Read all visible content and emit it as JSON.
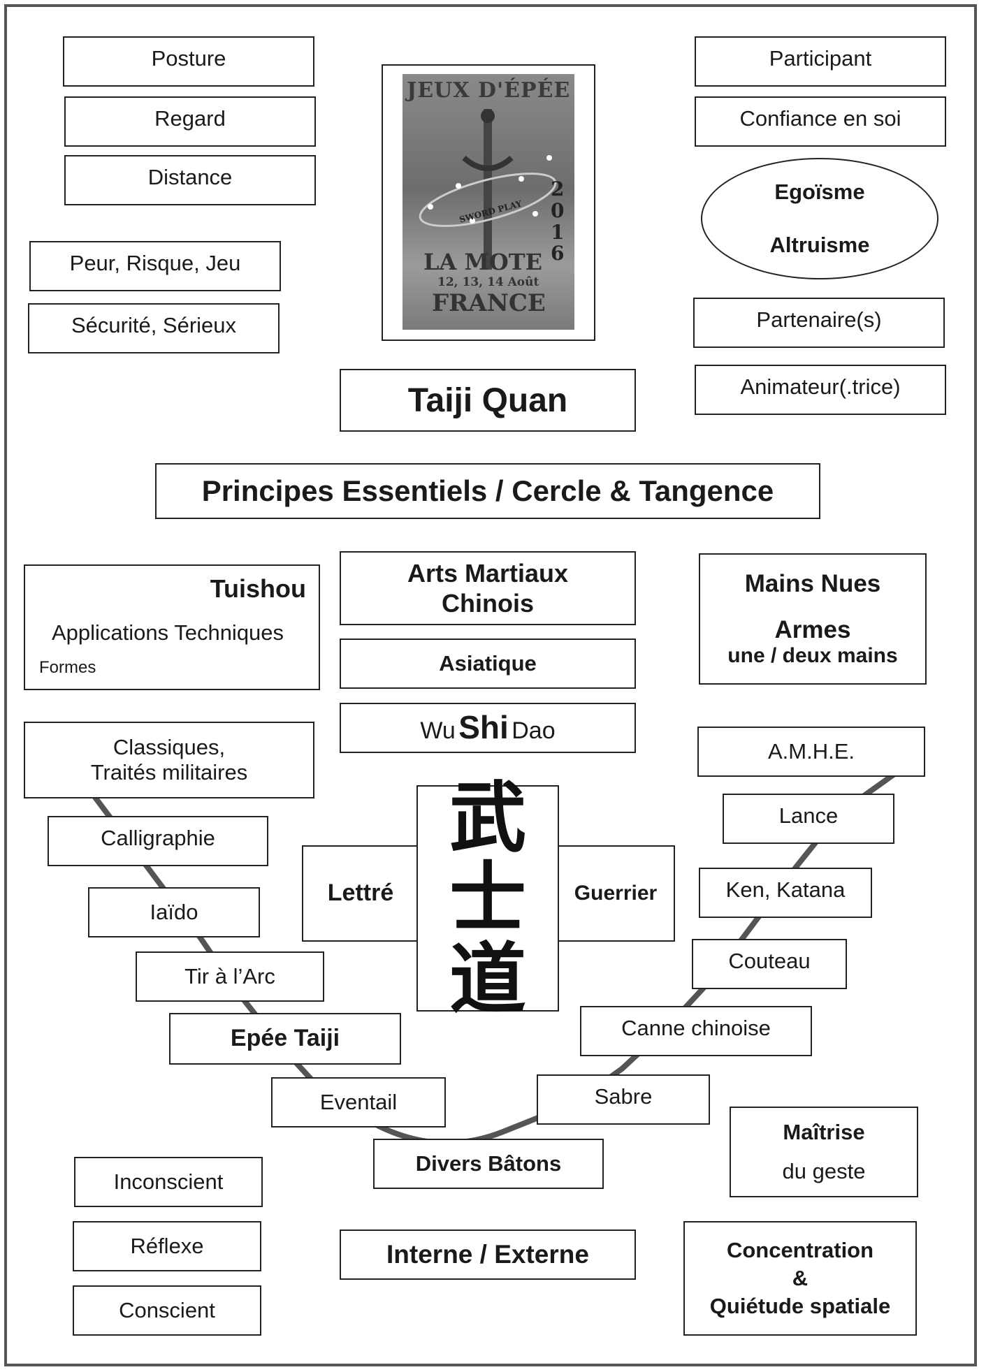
{
  "left_top": [
    "Posture",
    "Regard",
    "Distance"
  ],
  "left_mid": [
    "Peur, Risque, Jeu",
    "Sécurité, Sérieux"
  ],
  "right_top": [
    "Participant",
    "Confiance en soi"
  ],
  "ellipse": [
    "Egoïsme",
    "Altruisme"
  ],
  "right_mid": [
    "Partenaire(s)",
    "Animateur(.trice)"
  ],
  "poster": {
    "title": "JEUX D'ÉPÉE",
    "subtitle": "SWORD PLAY",
    "year": [
      "2",
      "0",
      "1",
      "6"
    ],
    "place": "LA MOTE",
    "dates": "12, 13, 14 Août",
    "country": "FRANCE"
  },
  "taiji": "Taiji Quan",
  "principes": "Principes Essentiels / Cercle & Tangence",
  "tuishou": {
    "title": "Tuishou",
    "line2": "Applications Techniques",
    "line3": "Formes"
  },
  "arts": {
    "line1": "Arts Martiaux",
    "line2": "Chinois"
  },
  "asiatique": "Asiatique",
  "wushidao": {
    "wu": "Wu",
    "shi": "Shi",
    "dao": "Dao"
  },
  "mains": {
    "line1": "Mains Nues",
    "line2": "Armes",
    "line3": "une / deux mains"
  },
  "classiques": {
    "line1": "Classiques,",
    "line2": "Traités militaires"
  },
  "left_chain": [
    "Calligraphie",
    "Iaïdo",
    "Tir à l’Arc",
    "Epée Taiji",
    "Eventail"
  ],
  "bottom": "Divers Bâtons",
  "right_chain": [
    "A.M.H.E.",
    "Lance",
    "Ken, Katana",
    "Couteau",
    "Canne chinoise",
    "Sabre"
  ],
  "lettre": "Lettré",
  "guerrier": "Guerrier",
  "kanji": [
    "武",
    "士",
    "道"
  ],
  "conscience": [
    "Inconscient",
    "Réflexe",
    "Conscient"
  ],
  "interne": "Interne / Externe",
  "maitrise": {
    "line1": "Maîtrise",
    "line2": "du geste"
  },
  "concentration": {
    "line1": "Concentration",
    "line2": "&",
    "line3": "Quiétude spatiale"
  }
}
